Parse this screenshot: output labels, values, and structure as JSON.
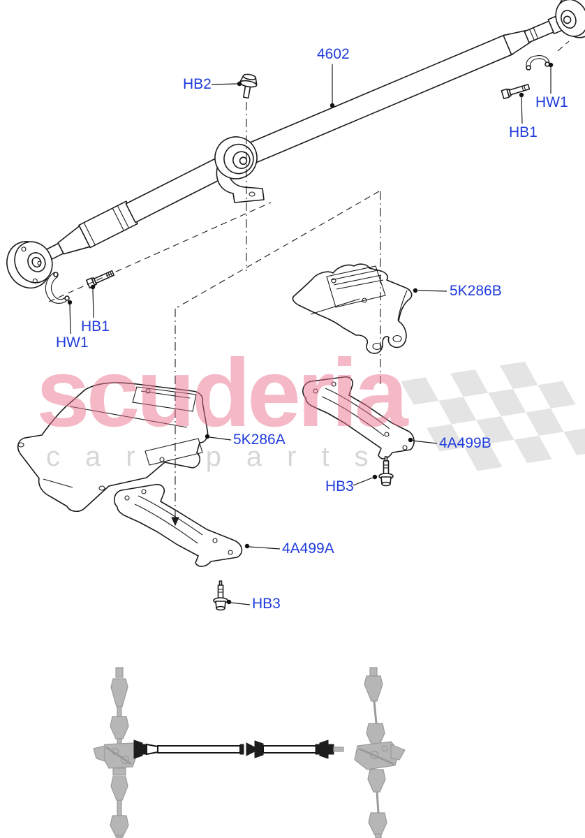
{
  "labels": {
    "hb2": "HB2",
    "n4602": "4602",
    "hw1_rear": "HW1",
    "hb1_rear": "HB1",
    "hb1_front": "HB1",
    "hw1_front": "HW1",
    "k5286b": "5K286B",
    "k5286a": "5K286A",
    "a4499b": "4A499B",
    "a4499a": "4A499A",
    "hb3_upper": "HB3",
    "hb3_lower": "HB3"
  },
  "watermark": {
    "brand": "scuderia",
    "tagline": "car parts"
  },
  "colors": {
    "label_blue": "#1f3bdb",
    "line_black": "#1a1a1a",
    "watermark_pink": "#f4b9c7",
    "watermark_gray": "#d9d9d9",
    "flag_gray": "#e4e4e4",
    "thumbnail_gray": "#9a9a9a"
  }
}
